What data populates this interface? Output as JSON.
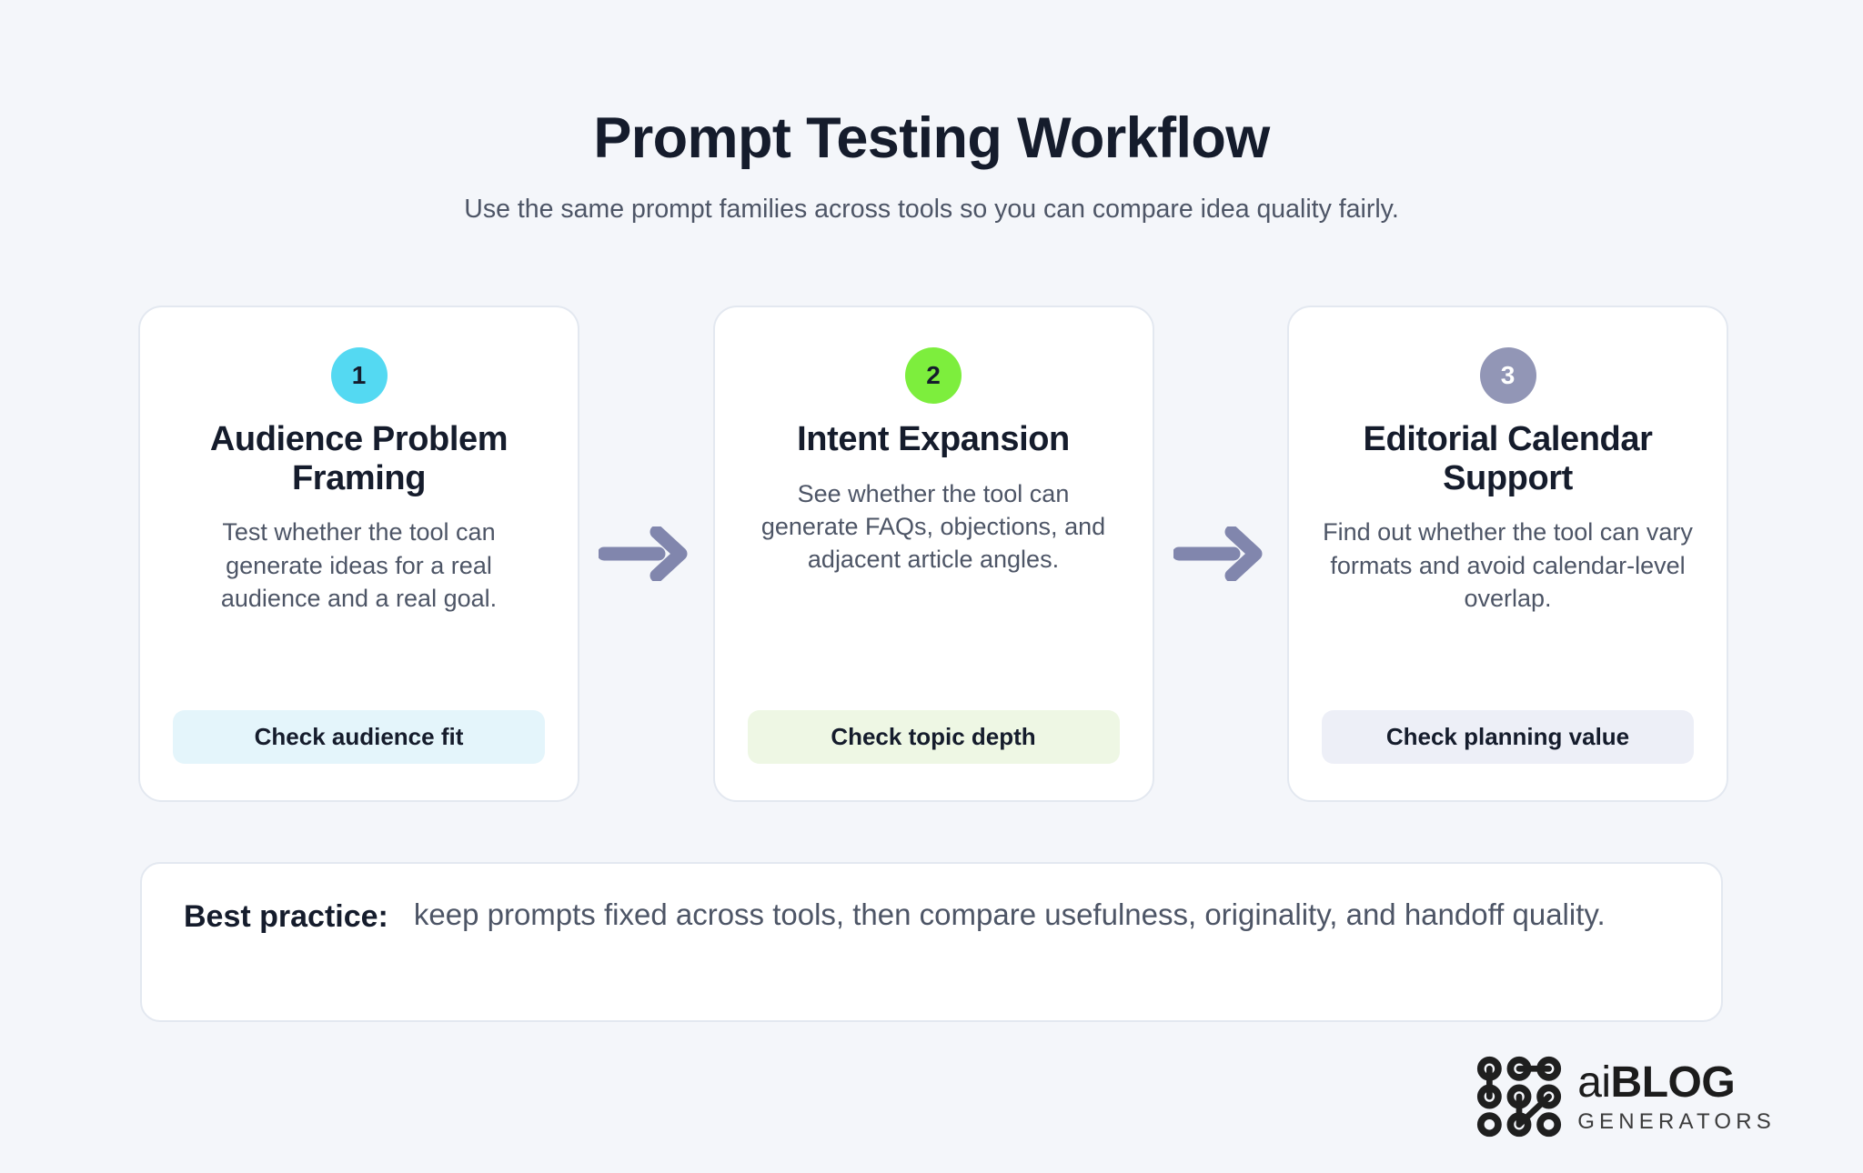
{
  "header": {
    "title": "Prompt Testing Workflow",
    "subtitle": "Use the same prompt families across tools so you can compare idea quality fairly."
  },
  "steps": [
    {
      "number": "1",
      "title": "Audience Problem Framing",
      "description": "Test whether the tool can generate ideas for a real audience and a real goal.",
      "pill_label": "Check audience fit",
      "badge_color": "#54d9f2",
      "badge_text_color": "#151c2c",
      "pill_color": "#e4f5fb"
    },
    {
      "number": "2",
      "title": "Intent Expansion",
      "description": "See whether the tool can generate FAQs, objections, and adjacent article angles.",
      "pill_label": "Check topic depth",
      "badge_color": "#7dee3d",
      "badge_text_color": "#151c2c",
      "pill_color": "#eef7e4"
    },
    {
      "number": "3",
      "title": "Editorial Calendar Support",
      "description": "Find out whether the tool can vary formats and avoid calendar-level overlap.",
      "pill_label": "Check planning value",
      "badge_color": "#9296b6",
      "badge_text_color": "#ffffff",
      "pill_color": "#edeff7"
    }
  ],
  "connectors": {
    "arrow_color": "#8186ad",
    "icon": "arrow-right-icon"
  },
  "best_practice": {
    "label": "Best practice:",
    "text": "keep prompts fixed across tools, then compare usefulness, originality, and handoff quality."
  },
  "logo": {
    "mark_icon": "node-graph-icon",
    "word_ai": "ai",
    "word_blog": "BLOG",
    "subtext": "GENERATORS",
    "color": "#1c1c1c"
  },
  "colors": {
    "background": "#f4f6fa",
    "card_background": "#ffffff",
    "card_border": "#e3e8f0",
    "heading": "#151c2c",
    "body_text": "#4d5566"
  }
}
